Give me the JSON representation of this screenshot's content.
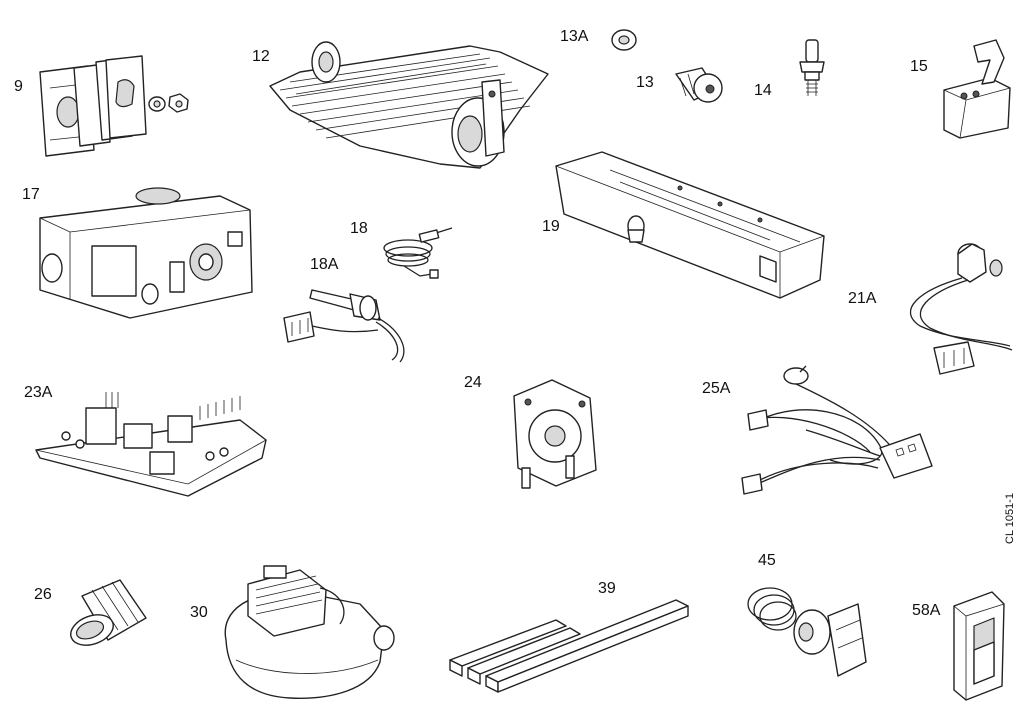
{
  "figure_code": "CL 1051-1",
  "parts": [
    {
      "id": "p9",
      "label": "9"
    },
    {
      "id": "p12",
      "label": "12"
    },
    {
      "id": "p13A",
      "label": "13A"
    },
    {
      "id": "p13",
      "label": "13"
    },
    {
      "id": "p14",
      "label": "14"
    },
    {
      "id": "p15",
      "label": "15"
    },
    {
      "id": "p17",
      "label": "17"
    },
    {
      "id": "p18",
      "label": "18"
    },
    {
      "id": "p18A",
      "label": "18A"
    },
    {
      "id": "p19",
      "label": "19"
    },
    {
      "id": "p21A",
      "label": "21A"
    },
    {
      "id": "p23A",
      "label": "23A"
    },
    {
      "id": "p24",
      "label": "24"
    },
    {
      "id": "p25A",
      "label": "25A"
    },
    {
      "id": "p26",
      "label": "26"
    },
    {
      "id": "p30",
      "label": "30"
    },
    {
      "id": "p39",
      "label": "39"
    },
    {
      "id": "p45",
      "label": "45"
    },
    {
      "id": "p58A",
      "label": "58A"
    }
  ]
}
